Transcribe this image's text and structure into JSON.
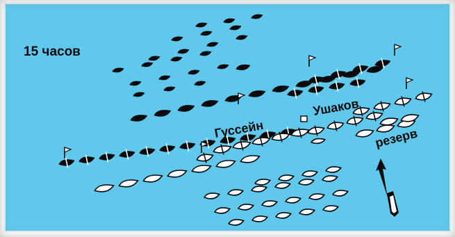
{
  "diagram": {
    "time_label": "15 часов",
    "left_commander": "Гуссейн",
    "right_commander": "Ушаков",
    "reserve_label": "резерв"
  },
  "colors": {
    "sea": "#5fc8ec",
    "turkish_ship": "#0a0a0a",
    "russian_ship": "#ffffff",
    "text": "#0a0a0a"
  },
  "icons": {
    "flagship_marker": "flag-icon",
    "movement_arrow": "arrow-up-icon"
  }
}
